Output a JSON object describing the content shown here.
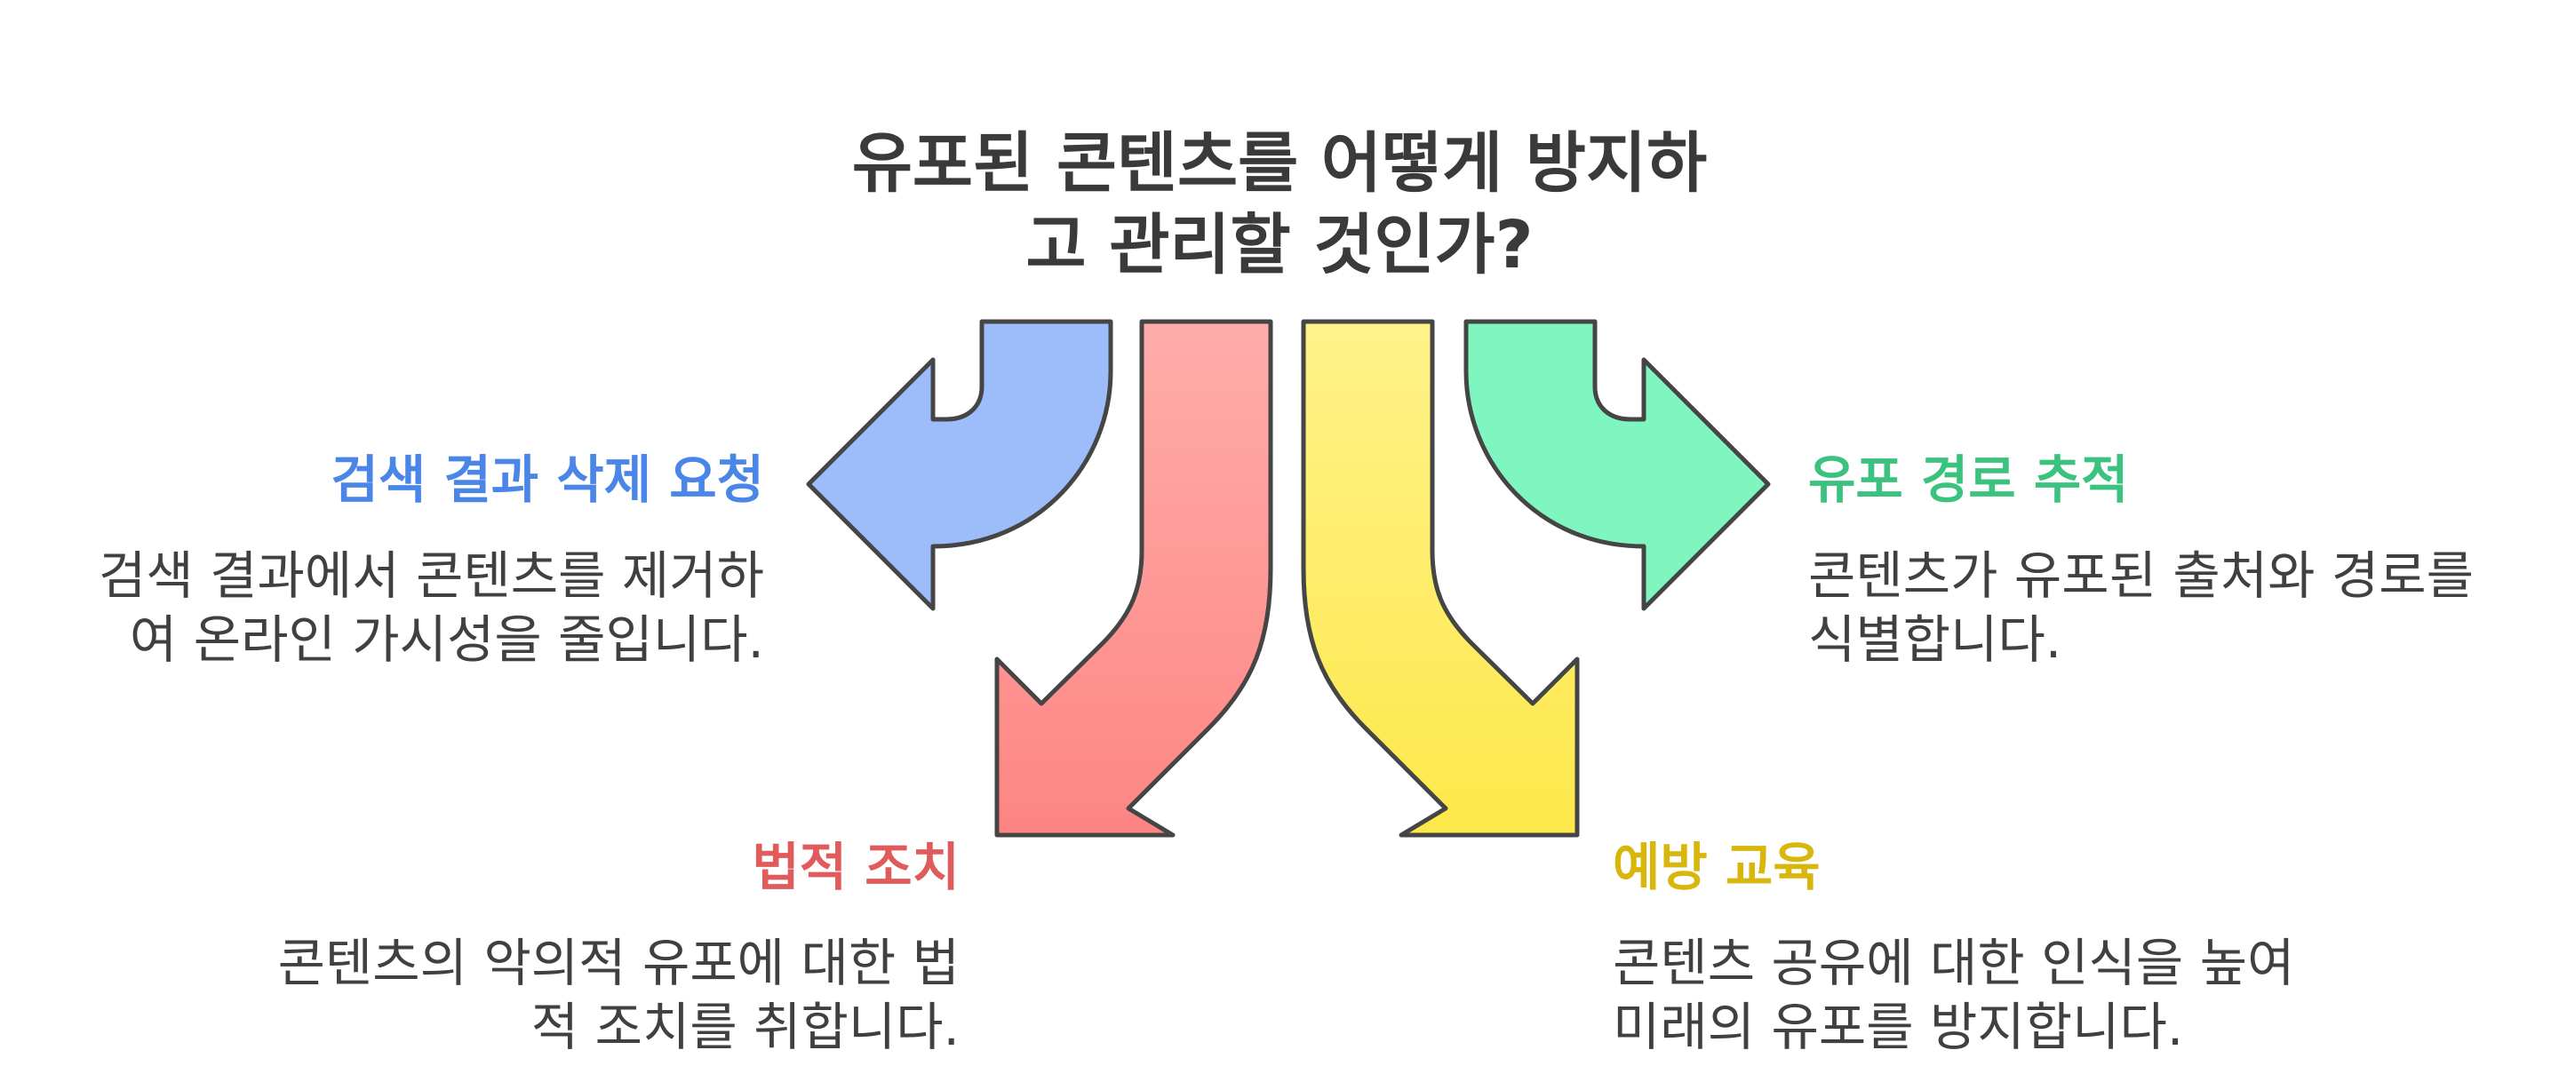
{
  "title": {
    "line1": "유포된 콘텐츠를 어떻게 방지하",
    "line2": "고 관리할 것인가?"
  },
  "branches": [
    {
      "label": "검색 결과 삭제 요청",
      "desc_line1": "검색 결과에서 콘텐츠를 제거하",
      "desc_line2": "여 온라인 가시성을 줄입니다.",
      "color": "#4a86e8",
      "fill": "#9dbdfa"
    },
    {
      "label": "법적 조치",
      "desc_line1": "콘텐츠의 악의적 유포에 대한 법",
      "desc_line2": "적 조치를 취합니다.",
      "color": "#e05b5b",
      "fill": "#fd8583"
    },
    {
      "label": "예방 교육",
      "desc_line1": "콘텐츠 공유에 대한 인식을 높여",
      "desc_line2": "미래의 유포를 방지합니다.",
      "color": "#d9b60c",
      "fill": "#fde84a"
    },
    {
      "label": "유포 경로 추적",
      "desc_line1": "콘텐츠가 유포된 출처와 경로를",
      "desc_line2": "식별합니다.",
      "color": "#3cc27f",
      "fill": "#7ff6bf"
    }
  ]
}
